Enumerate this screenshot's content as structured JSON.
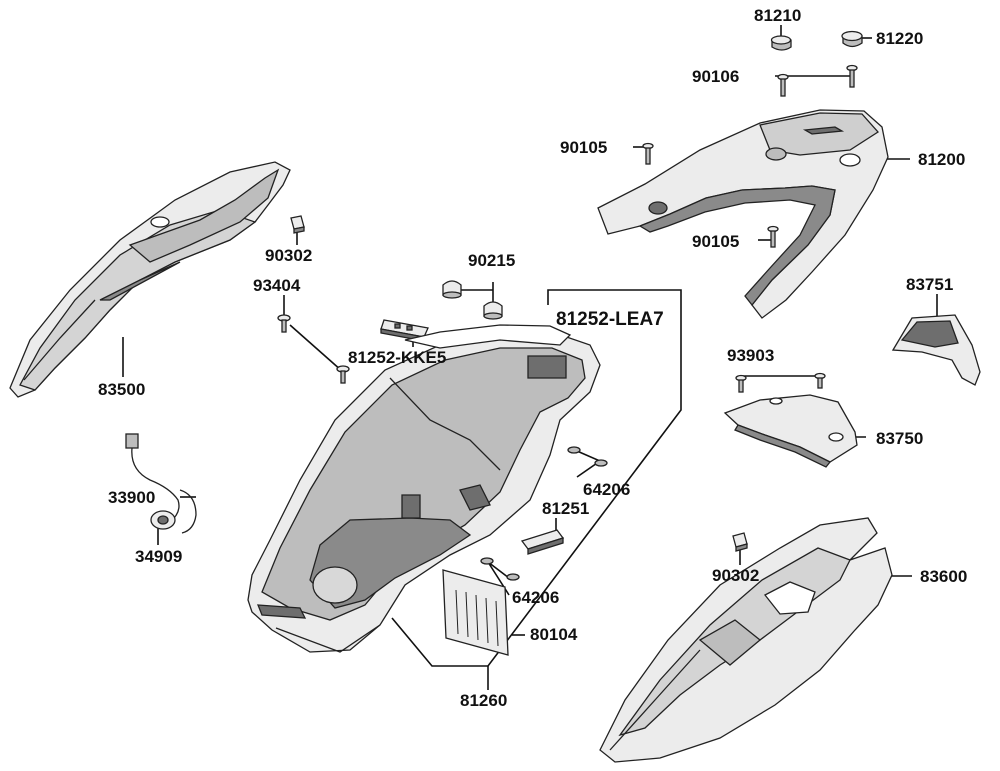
{
  "labels": {
    "p81210": "81210",
    "p81220": "81220",
    "p90106": "90106",
    "p90105a": "90105",
    "p81200": "81200",
    "p90105b": "90105",
    "p90302a": "90302",
    "p90215": "90215",
    "p93404": "93404",
    "p81252lea7": "81252-LEA7",
    "p81252kke5": "81252-KKE5",
    "p83500": "83500",
    "p83751": "83751",
    "p93903": "93903",
    "p83750": "83750",
    "p64206a": "64206",
    "p33900": "33900",
    "p81251": "81251",
    "p34909": "34909",
    "p64206b": "64206",
    "p90302b": "90302",
    "p83600": "83600",
    "p80104": "80104",
    "p81260": "81260"
  },
  "colors": {
    "line": "#111111",
    "fill_light": "#ececec",
    "fill_mid": "#bdbdbd",
    "fill_dark": "#6e6e6e"
  }
}
